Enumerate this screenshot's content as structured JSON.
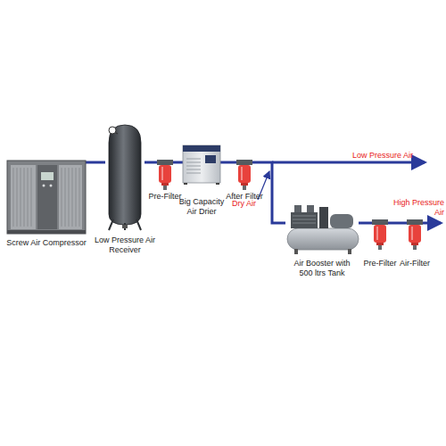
{
  "diagram": {
    "nodes": [
      {
        "text": [
          "Screw Air Compressor"
        ]
      },
      {
        "text": [
          "Low Pressure Air Receiver"
        ]
      },
      {
        "text": [
          "Pre-Filter"
        ]
      },
      {
        "text": [
          "Big Capacity Air Drier"
        ]
      },
      {
        "text": [
          "After Filter"
        ]
      },
      {
        "text": [
          "Air Booster with 500 ltrs Tank"
        ]
      },
      {
        "text": [
          "Pre-Filter"
        ]
      },
      {
        "text": [
          "Air-Filter"
        ]
      }
    ],
    "edges": [
      {
        "from": 0,
        "to": 1,
        "arrow": "none"
      },
      {
        "from": 1,
        "to": 2,
        "arrow": "none"
      },
      {
        "from": 2,
        "to": 3,
        "arrow": "none"
      },
      {
        "from": 3,
        "to": 4,
        "arrow": "none"
      },
      {
        "from": 4,
        "to": 5,
        "arrow": "none"
      },
      {
        "from": 5,
        "to": 6,
        "arrow": "none"
      },
      {
        "from": 6,
        "to": 7,
        "arrow": "none"
      }
    ],
    "labels": [
      "Low Pressure Air",
      "Dry Air",
      "High Pressure Air"
    ]
  }
}
